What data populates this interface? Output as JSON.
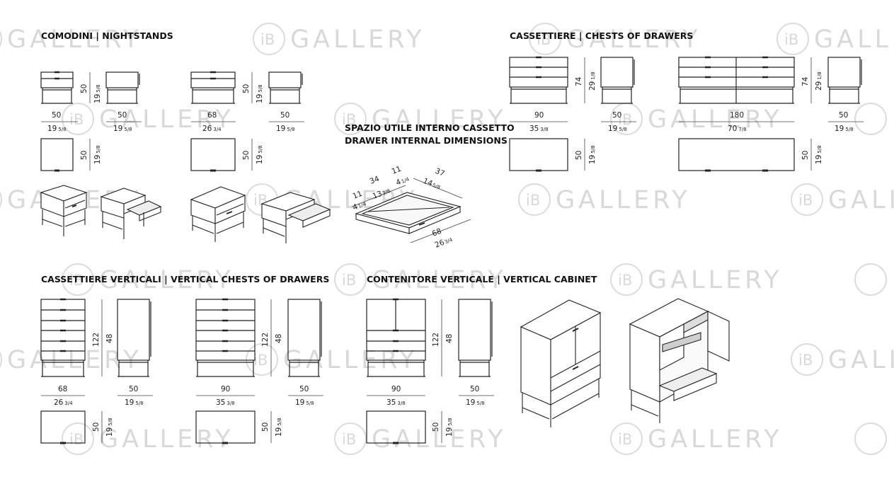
{
  "watermark": {
    "logo": "iB",
    "text": "GALLERY"
  },
  "sections": {
    "nightstands": "COMODINI  |  NIGHTSTANDS",
    "chests": "CASSETTIERE  |  CHESTS OF DRAWERS",
    "drawer_internal_it": "SPAZIO UTILE INTERNO CASSETTO",
    "drawer_internal_en": "DRAWER INTERNAL DIMENSIONS",
    "vertical_chests": "CASSETTIERE VERTICALI  |  VERTICAL CHESTS OF DRAWERS",
    "vertical_cabinet": "CONTENITORE VERTICALE  |  VERTICAL CABINET"
  },
  "dims": {
    "w50": "50",
    "w68": "68",
    "w90": "90",
    "w180": "180",
    "h74": "74",
    "h122": "122",
    "h48": "48",
    "in19": "19",
    "in26": "26",
    "in35": "35",
    "in70": "70",
    "in29": "29",
    "f58": "5/8",
    "f34": "3/4",
    "f38": "3/8",
    "f78": "7/8",
    "f18": "1/8"
  },
  "drawer": {
    "d11a": "11",
    "d34": "34",
    "d11b": "11",
    "d37": "37",
    "d68": "68",
    "i4a": "4",
    "i13": "13",
    "i4b": "4",
    "i14": "14",
    "i26": "26",
    "f14": "1/4",
    "f38": "3/8",
    "f58": "5/8",
    "f34": "3/4"
  }
}
